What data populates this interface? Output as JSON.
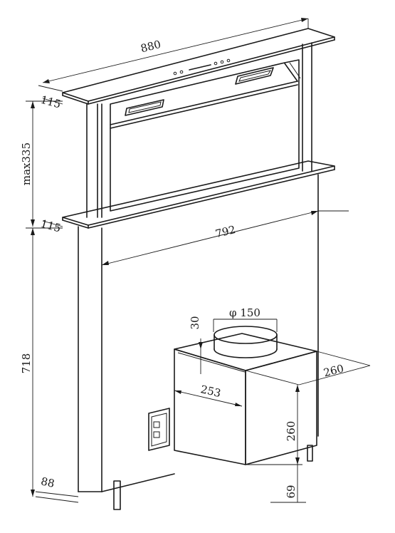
{
  "dimensions": {
    "width_total": "880",
    "top_thickness": "115",
    "lift_height": "max335",
    "collar_thickness": "115",
    "body_width": "792",
    "duct_diameter": "φ 150",
    "duct_offset": "30",
    "motor_depth": "260",
    "motor_width": "253",
    "motor_height": "260",
    "motor_clearance": "69",
    "body_height": "718",
    "body_depth": "88"
  }
}
